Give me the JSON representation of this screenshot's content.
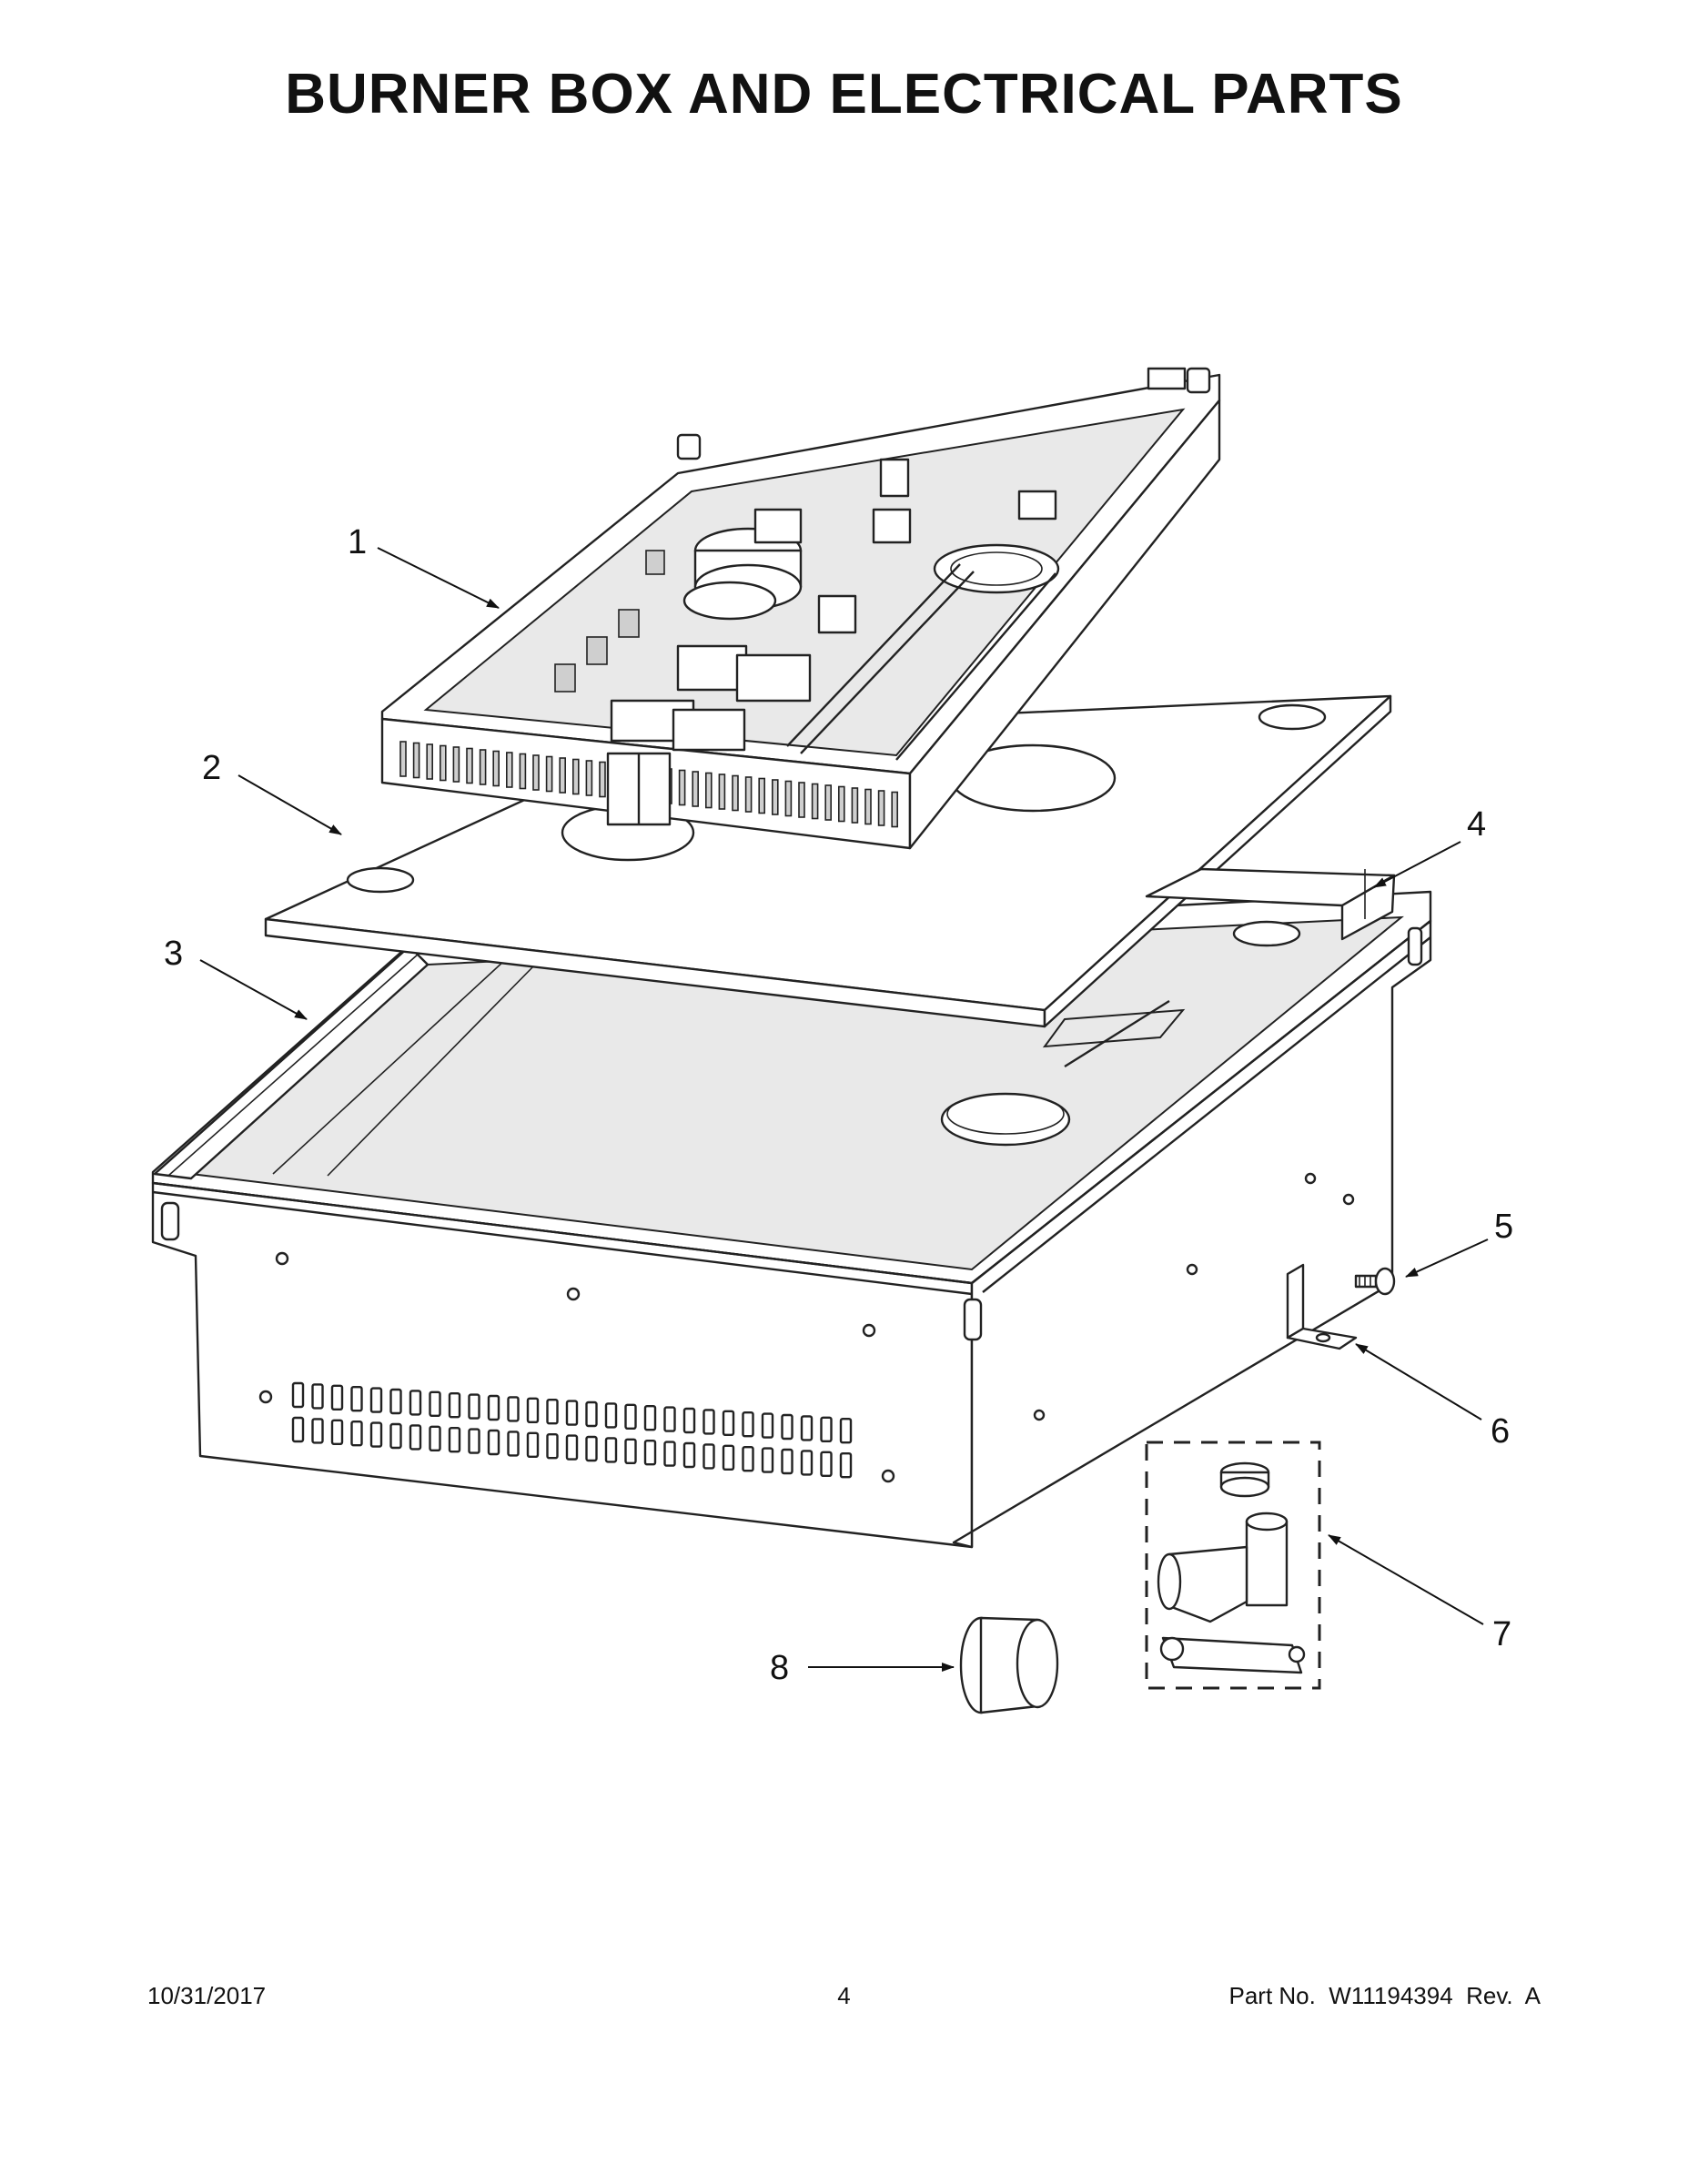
{
  "title": "BURNER BOX AND ELECTRICAL PARTS",
  "callouts": [
    {
      "id": "1",
      "label": "1"
    },
    {
      "id": "2",
      "label": "2"
    },
    {
      "id": "3",
      "label": "3"
    },
    {
      "id": "4",
      "label": "4"
    },
    {
      "id": "5",
      "label": "5"
    },
    {
      "id": "6",
      "label": "6"
    },
    {
      "id": "7",
      "label": "7"
    },
    {
      "id": "8",
      "label": "8"
    }
  ],
  "footer": {
    "date": "10/31/2017",
    "page_number": "4",
    "part_number": "Part No.  W11194394  Rev.  A"
  }
}
